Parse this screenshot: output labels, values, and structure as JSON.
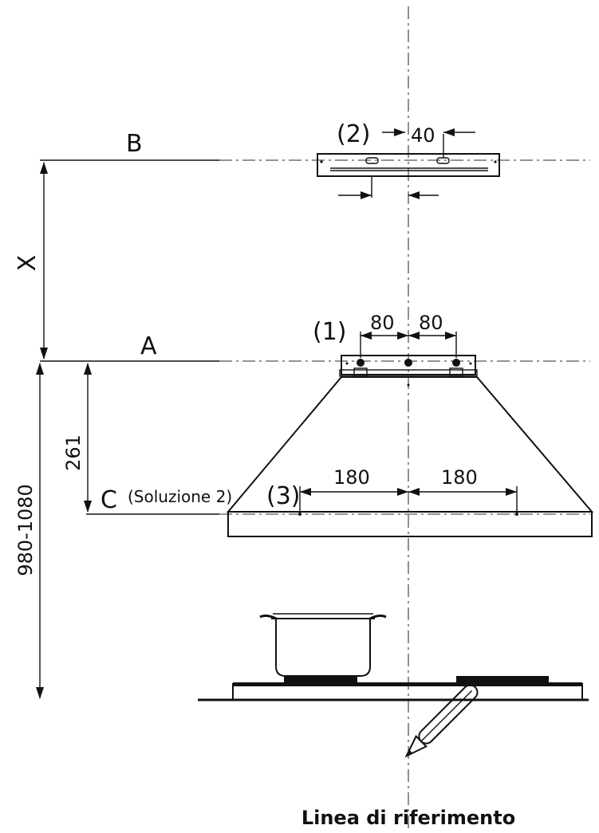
{
  "labels": {
    "level_b": "B",
    "level_a": "A",
    "level_c": "C",
    "solution_note": "(Soluzione 2)",
    "height_x": "X",
    "dim_261": "261",
    "dim_980_1080": "980-1080",
    "callout_2": "(2)",
    "callout_1": "(1)",
    "callout_3": "(3)",
    "dim_40": "40",
    "dim_80_left": "80",
    "dim_80_right": "80",
    "dim_180_left": "180",
    "dim_180_right": "180",
    "caption": "Linea di riferimento"
  },
  "icons": {
    "pencil": "pencil-icon",
    "pot": "pot-icon"
  },
  "colors": {
    "line": "#111111",
    "centerline": "#555555"
  }
}
